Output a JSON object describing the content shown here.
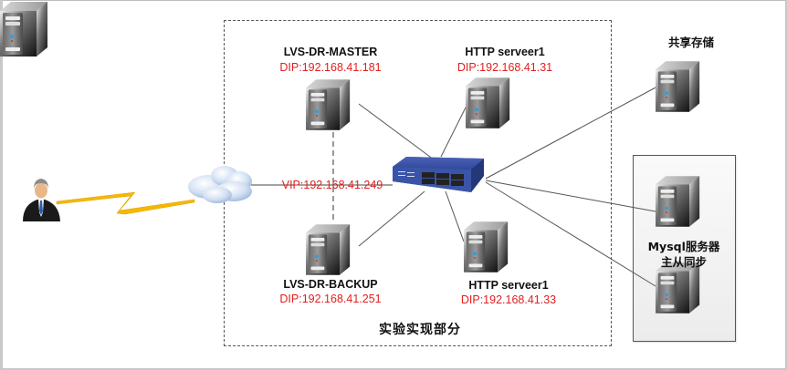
{
  "diagram": {
    "type": "network-topology",
    "region_label": "实验实现部分",
    "vip_label": "VIP:192.168.41.249",
    "nodes": {
      "client": {
        "label": "",
        "icon": "user-icon"
      },
      "internet": {
        "label": "",
        "icon": "cloud-icon"
      },
      "switch": {
        "label": "",
        "icon": "switch-icon"
      },
      "lvs_master": {
        "name": "LVS-DR-MASTER",
        "ip": "DIP:192.168.41.181",
        "icon": "server-icon"
      },
      "lvs_backup": {
        "name": "LVS-DR-BACKUP",
        "ip": "DIP:192.168.41.251",
        "icon": "server-icon"
      },
      "http1": {
        "name": "HTTP serveer1",
        "ip": "DIP:192.168.41.31",
        "icon": "server-icon"
      },
      "http2": {
        "name": "HTTP serveer1",
        "ip": "DIP:192.168.41.33",
        "icon": "server-icon"
      },
      "storage": {
        "name": "共享存储",
        "icon": "server-icon"
      },
      "mysql": {
        "name_line1": "Mysql服务器",
        "name_line2": "主从同步",
        "icon": "server-icon"
      }
    },
    "edges": [
      [
        "client",
        "internet",
        "lightning"
      ],
      [
        "internet",
        "switch"
      ],
      [
        "lvs_master",
        "switch"
      ],
      [
        "lvs_backup",
        "switch"
      ],
      [
        "http1",
        "switch"
      ],
      [
        "http2",
        "switch"
      ],
      [
        "storage",
        "switch"
      ],
      [
        "mysql_1",
        "switch"
      ],
      [
        "mysql_2",
        "switch"
      ],
      [
        "lvs_master",
        "lvs_backup",
        "dashed-heartbeat"
      ]
    ],
    "colors": {
      "ip_text": "#e02020",
      "name_text": "#111111",
      "switch_body": "#3a4fa0",
      "lightning": "#f5b800",
      "cloud": "#c5d6ee"
    }
  }
}
